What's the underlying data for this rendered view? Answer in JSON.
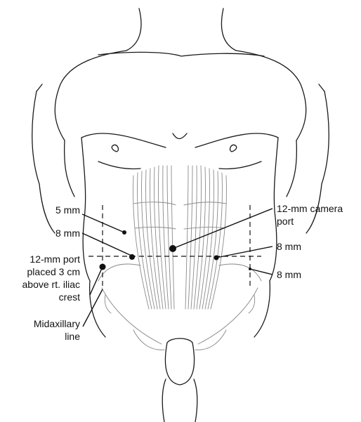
{
  "labels": {
    "five_mm": "5 mm",
    "eight_mm_left": "8 mm",
    "port_12_line1": "12-mm port",
    "port_12_line2": "placed 3 cm",
    "port_12_line3": "above rt. iliac",
    "port_12_line4": "crest",
    "midaxillary_line1": "Midaxillary",
    "midaxillary_line2": "line",
    "camera_line1": "12-mm camera",
    "camera_line2": "port",
    "eight_mm_right_upper": "8 mm",
    "eight_mm_right_lower": "8 mm"
  }
}
